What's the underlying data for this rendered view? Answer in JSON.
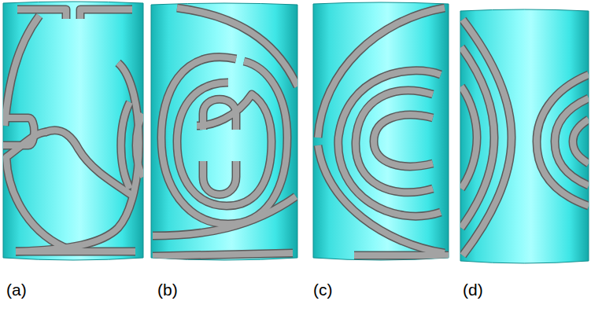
{
  "diagram": {
    "labels": [
      "(a)",
      "(b)",
      "(c)",
      "(d)"
    ]
  }
}
